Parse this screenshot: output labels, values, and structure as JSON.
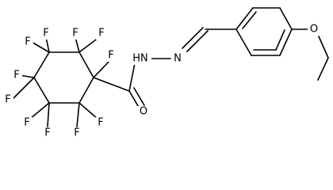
{
  "molecule": {
    "atom_labels": {
      "f_c2_top_left": "F",
      "f_c2_top_right": "F",
      "f_c3_top": "F",
      "f_c3_left": "F",
      "f_c4_upper": "F",
      "f_c4_left": "F",
      "f_c5_left": "F",
      "f_c5_bottom": "F",
      "f_c6_bottom_left": "F",
      "f_c6_bottom_right": "F",
      "f_c1": "F",
      "o_carbonyl": "O",
      "nh_hydrazide": "HN",
      "n_imine": "N",
      "o_ether": "O"
    }
  }
}
